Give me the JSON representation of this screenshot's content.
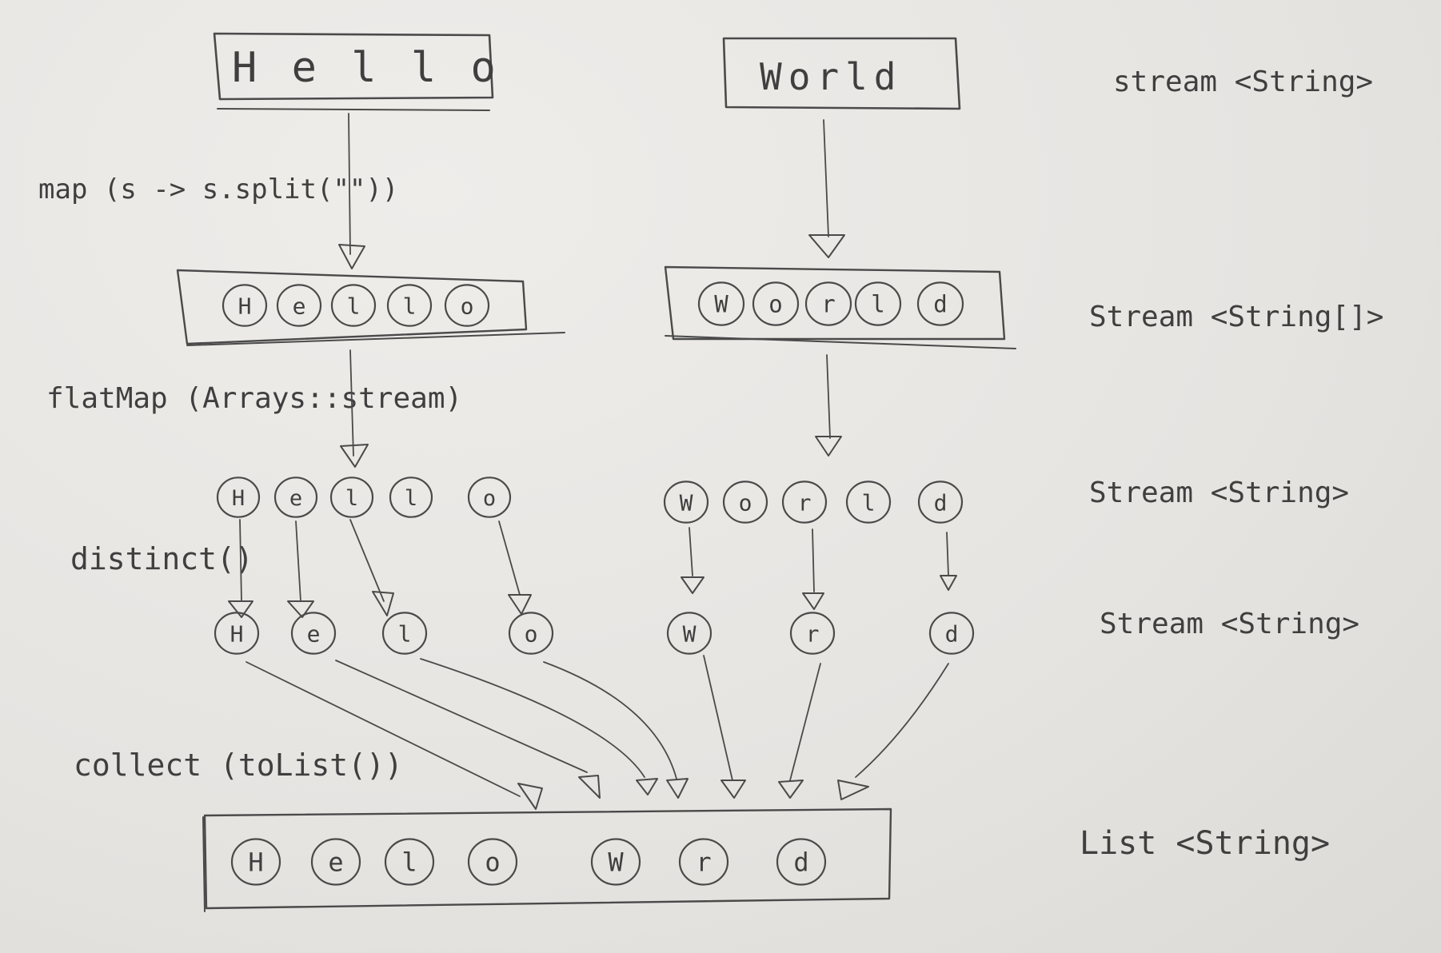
{
  "words": {
    "hello": "H e l l o",
    "world": "World"
  },
  "operations": {
    "map": "map (s -> s.split(\"\"))",
    "flatmap": "flatMap (Arrays::stream)",
    "distinct": "distinct()",
    "collect": "collect (toList())"
  },
  "types": {
    "row1": "stream <String>",
    "row2": "Stream <String[]>",
    "row3": "Stream <String>",
    "row4": "Stream <String>",
    "row5": "List <String>"
  },
  "arrays": {
    "hello": [
      "H",
      "e",
      "l",
      "l",
      "o"
    ],
    "world": [
      "W",
      "o",
      "r",
      "l",
      "d"
    ]
  },
  "flat": {
    "hello": [
      "H",
      "e",
      "l",
      "l",
      "o"
    ],
    "world": [
      "W",
      "o",
      "r",
      "l",
      "d"
    ]
  },
  "distinct": [
    "H",
    "e",
    "l",
    "o",
    "W",
    "r",
    "d"
  ],
  "result": [
    "H",
    "e",
    "l",
    "o",
    "W",
    "r",
    "d"
  ]
}
